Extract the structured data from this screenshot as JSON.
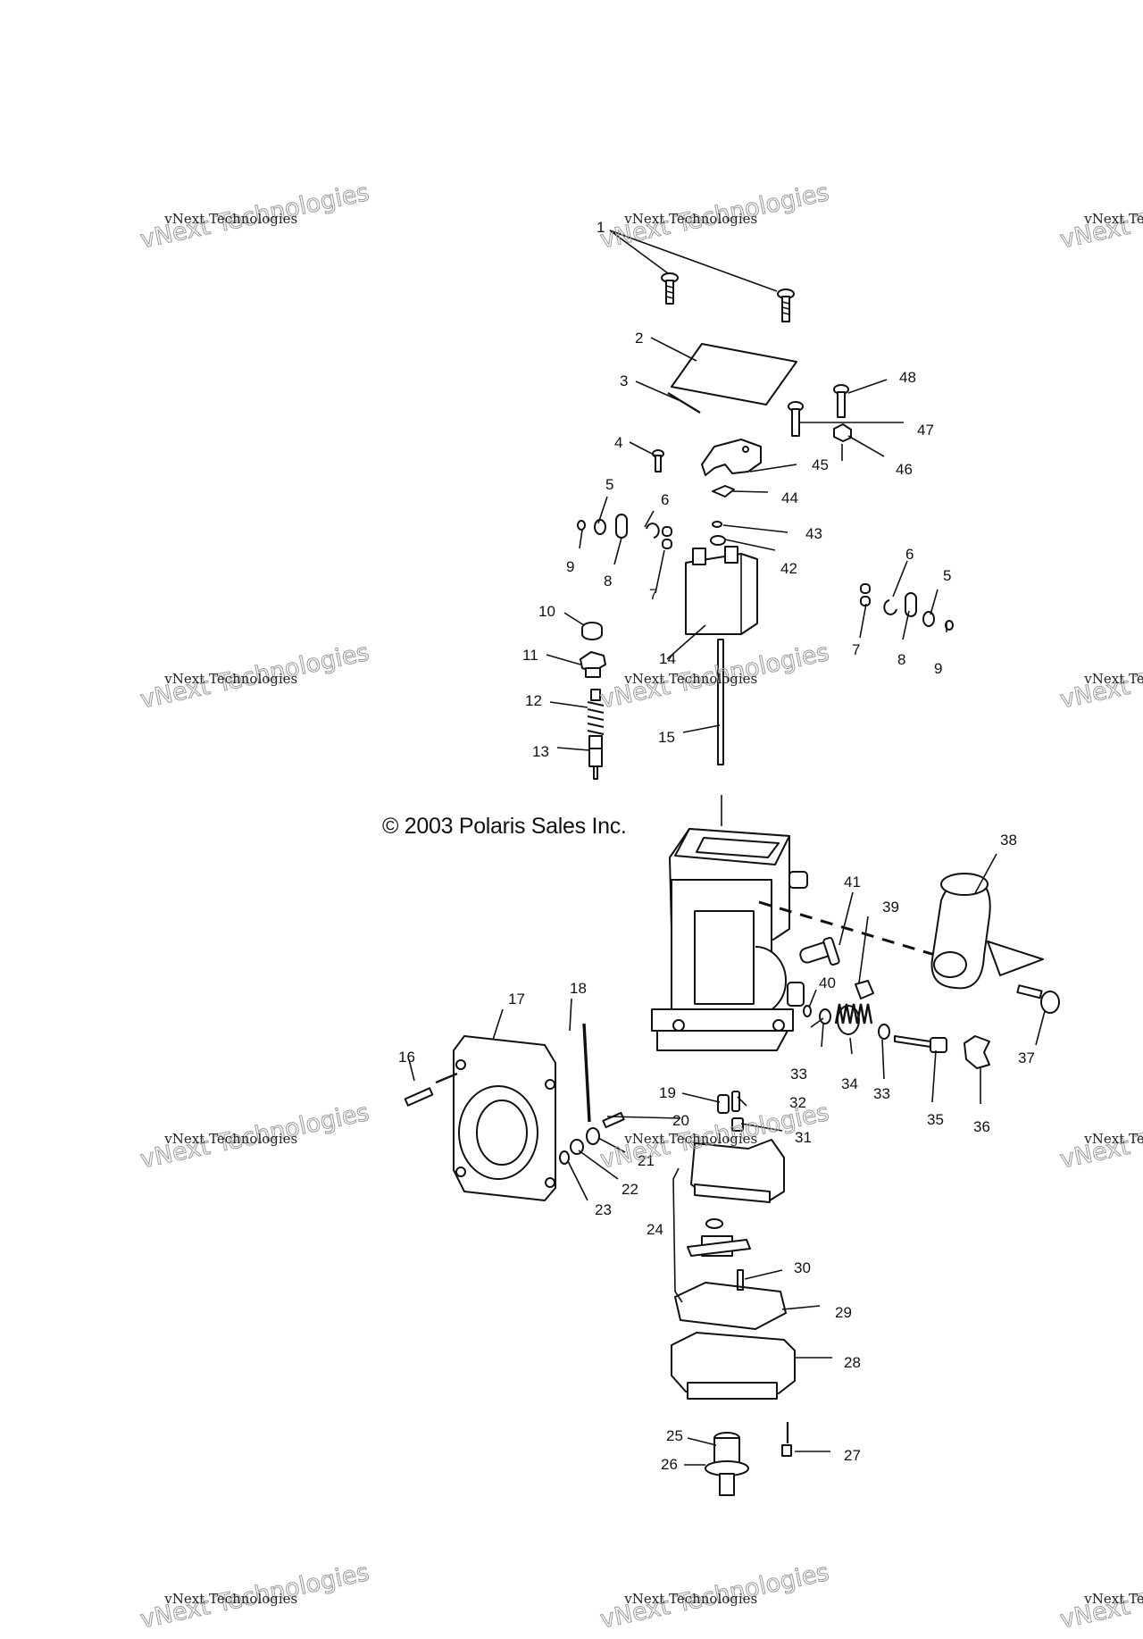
{
  "copyright": "© 2003 Polaris Sales Inc.",
  "watermark": {
    "line1": "vNext Technologies",
    "line2": "vNext Technologies",
    "tiles": 12
  },
  "callouts": [
    {
      "id": "c1",
      "label": "1"
    },
    {
      "id": "c2",
      "label": "2"
    },
    {
      "id": "c3",
      "label": "3"
    },
    {
      "id": "c4",
      "label": "4"
    },
    {
      "id": "c5a",
      "label": "5"
    },
    {
      "id": "c5b",
      "label": "5"
    },
    {
      "id": "c6a",
      "label": "6"
    },
    {
      "id": "c6b",
      "label": "6"
    },
    {
      "id": "c7a",
      "label": "7"
    },
    {
      "id": "c7b",
      "label": "7"
    },
    {
      "id": "c8a",
      "label": "8"
    },
    {
      "id": "c8b",
      "label": "8"
    },
    {
      "id": "c9a",
      "label": "9"
    },
    {
      "id": "c9b",
      "label": "9"
    },
    {
      "id": "c10",
      "label": "10"
    },
    {
      "id": "c11",
      "label": "11"
    },
    {
      "id": "c12",
      "label": "12"
    },
    {
      "id": "c13",
      "label": "13"
    },
    {
      "id": "c14",
      "label": "14"
    },
    {
      "id": "c15",
      "label": "15"
    },
    {
      "id": "c16",
      "label": "16"
    },
    {
      "id": "c17",
      "label": "17"
    },
    {
      "id": "c18",
      "label": "18"
    },
    {
      "id": "c19",
      "label": "19"
    },
    {
      "id": "c20",
      "label": "20"
    },
    {
      "id": "c21",
      "label": "21"
    },
    {
      "id": "c22",
      "label": "22"
    },
    {
      "id": "c23",
      "label": "23"
    },
    {
      "id": "c24",
      "label": "24"
    },
    {
      "id": "c25",
      "label": "25"
    },
    {
      "id": "c26",
      "label": "26"
    },
    {
      "id": "c27",
      "label": "27"
    },
    {
      "id": "c28",
      "label": "28"
    },
    {
      "id": "c29",
      "label": "29"
    },
    {
      "id": "c30",
      "label": "30"
    },
    {
      "id": "c31",
      "label": "31"
    },
    {
      "id": "c32",
      "label": "32"
    },
    {
      "id": "c33a",
      "label": "33"
    },
    {
      "id": "c33b",
      "label": "33"
    },
    {
      "id": "c34",
      "label": "34"
    },
    {
      "id": "c35",
      "label": "35"
    },
    {
      "id": "c36",
      "label": "36"
    },
    {
      "id": "c37",
      "label": "37"
    },
    {
      "id": "c38",
      "label": "38"
    },
    {
      "id": "c39",
      "label": "39"
    },
    {
      "id": "c40",
      "label": "40"
    },
    {
      "id": "c41",
      "label": "41"
    },
    {
      "id": "c42",
      "label": "42"
    },
    {
      "id": "c43",
      "label": "43"
    },
    {
      "id": "c44",
      "label": "44"
    },
    {
      "id": "c45",
      "label": "45"
    },
    {
      "id": "c46",
      "label": "46"
    },
    {
      "id": "c47",
      "label": "47"
    },
    {
      "id": "c48",
      "label": "48"
    }
  ],
  "colors": {
    "ink": "#111111",
    "background": "#ffffff",
    "watermark_outline": "#9a9a9a"
  }
}
